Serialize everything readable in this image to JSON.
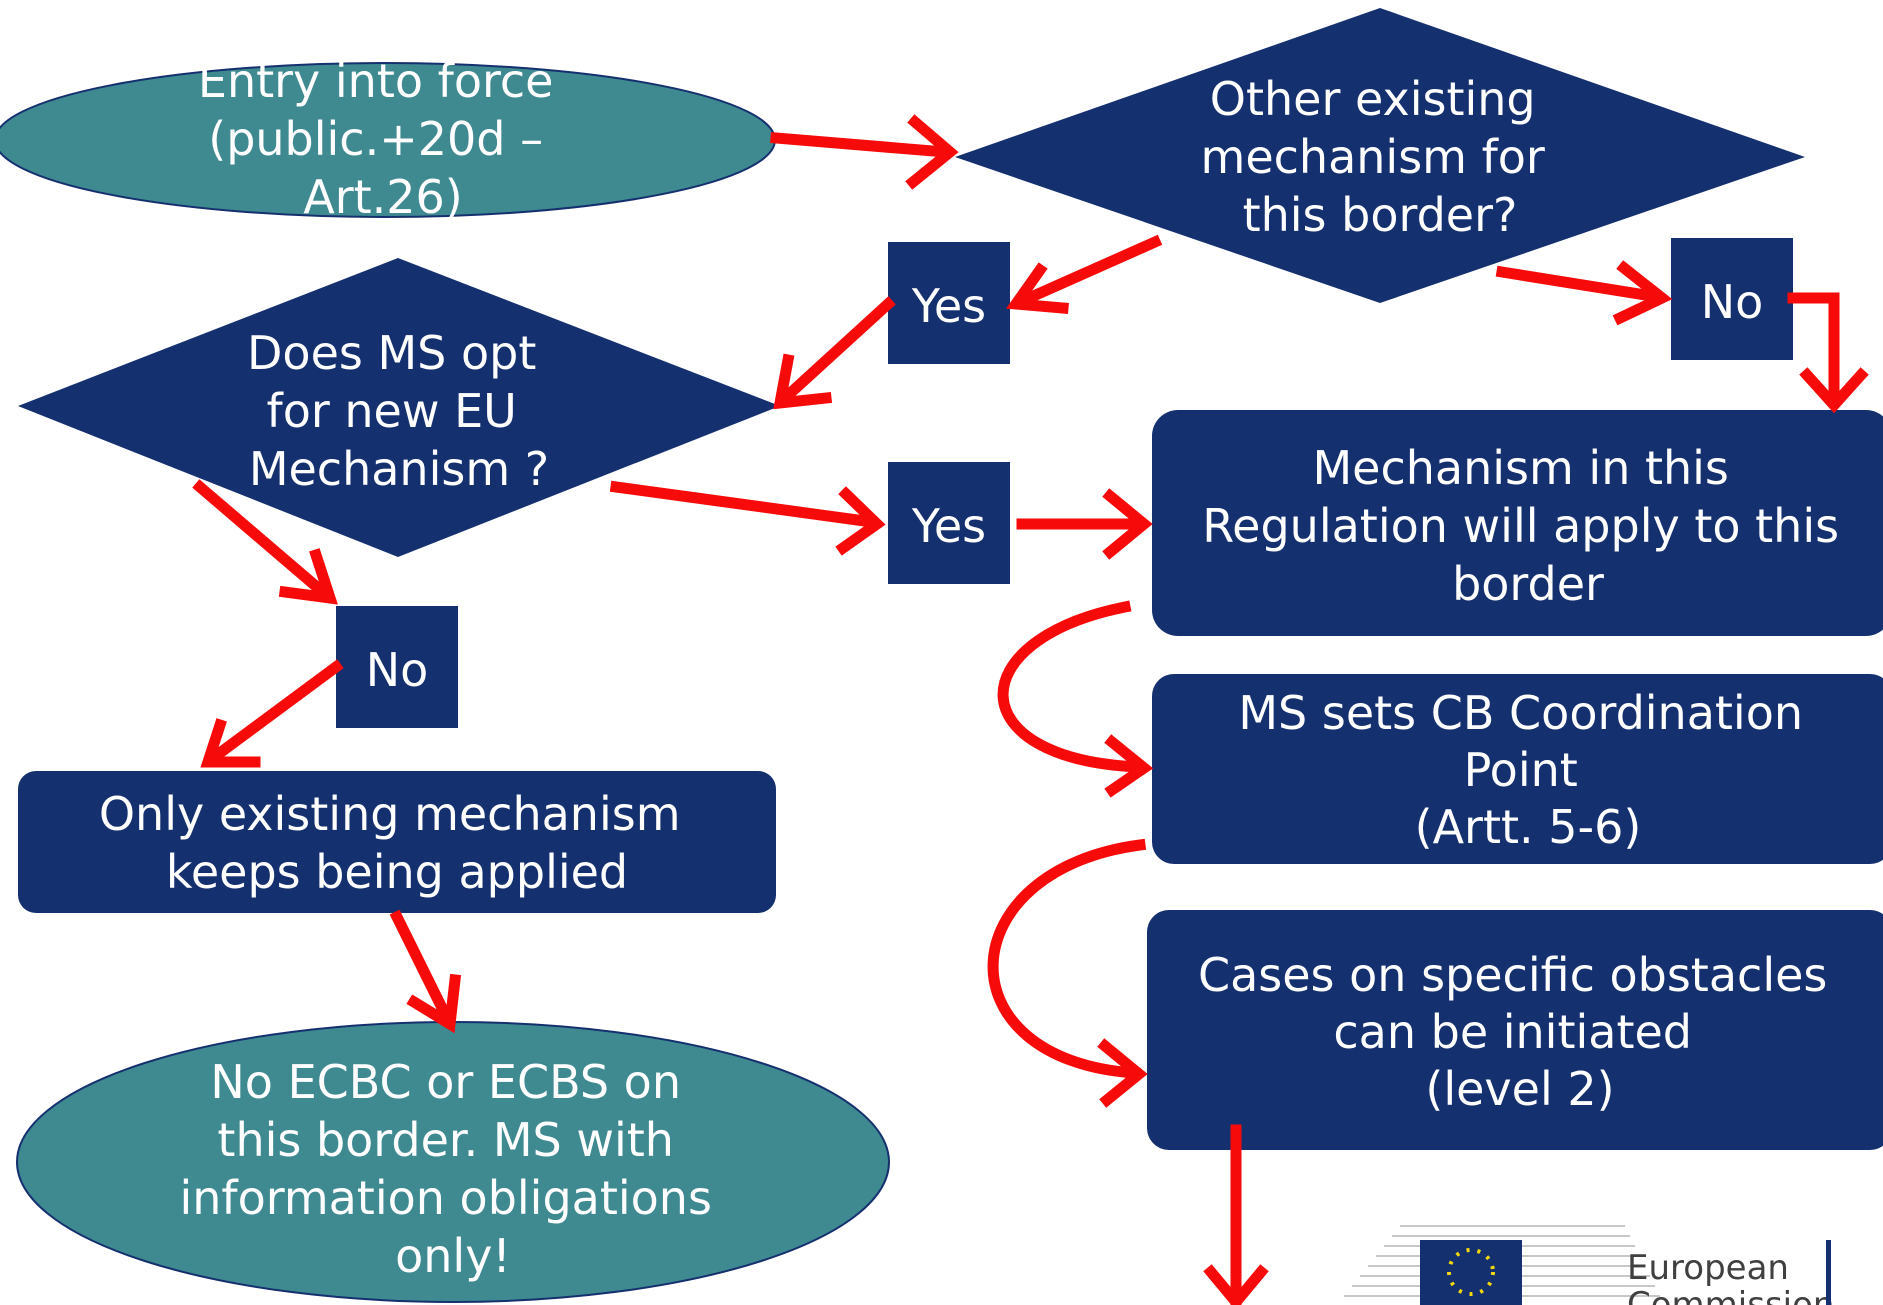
{
  "diagram": {
    "start": {
      "lines": [
        "Entry into force",
        "(public.+20d –",
        "Art.26)"
      ]
    },
    "decision_other": {
      "lines": [
        "Other existing",
        "mechanism for",
        "this border?"
      ]
    },
    "decision_opt": {
      "lines": [
        "Does MS opt",
        "for new EU",
        "Mechanism ?"
      ]
    },
    "yes_top": "Yes",
    "yes_mid": "Yes",
    "no_right": "No",
    "no_left": "No",
    "mechanism_applies": {
      "lines": [
        "Mechanism in this",
        "Regulation will apply to this",
        "border"
      ]
    },
    "coordination_point": {
      "lines": [
        "MS sets CB Coordination",
        "Point",
        "(Artt. 5-6)"
      ]
    },
    "cases_initiated": {
      "lines": [
        "Cases on specific obstacles",
        "can be initiated",
        "(level 2)"
      ]
    },
    "only_existing": {
      "lines": [
        "Only existing mechanism",
        "keeps being applied"
      ]
    },
    "no_ecbc": {
      "lines": [
        "No ECBC or ECBS on",
        "this border. MS with",
        "information obligations",
        "only!"
      ]
    }
  },
  "logo": {
    "lines": [
      "European",
      "Commission"
    ]
  },
  "colors": {
    "navy": "#15306f",
    "teal": "#3f8a91",
    "arrow": "#f70a0a"
  }
}
